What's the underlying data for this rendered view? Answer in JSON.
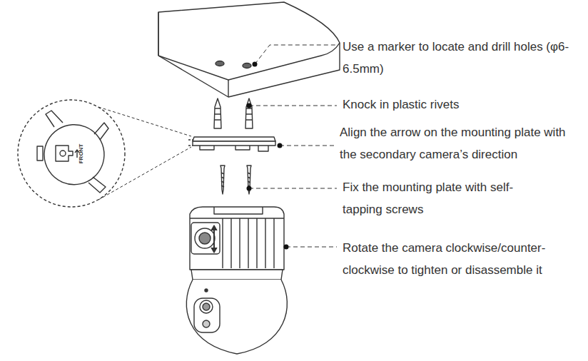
{
  "diagram": {
    "labels": [
      "Use a marker to locate and drill holes (φ6-6.5mm)",
      "Knock in plastic rivets",
      "Align the arrow on the mounting plate with the secondary camera’s direction",
      "Fix the mounting plate with self-tapping screws",
      "Rotate the camera clockwise/counter-clockwise to tighten or disassemble it",
      "FRONT"
    ]
  }
}
